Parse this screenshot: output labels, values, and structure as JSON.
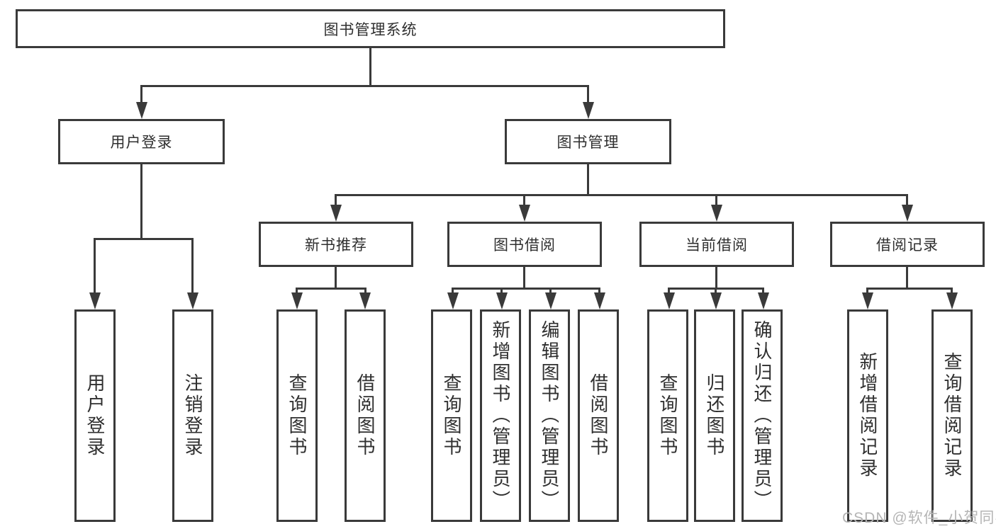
{
  "colors": {
    "line": "#3a3a3a",
    "node_border": "#3a3a3a",
    "node_text": "#2f2f2f",
    "background": "#ffffff",
    "watermark_text": "#b5b5b5"
  },
  "tree": {
    "root": {
      "label": "图书管理系统"
    },
    "branches": [
      {
        "label": "用户登录",
        "children": [
          {
            "label": "用户登录"
          },
          {
            "label": "注销登录"
          }
        ]
      },
      {
        "label": "图书管理",
        "children": [
          {
            "label": "新书推荐",
            "children": [
              {
                "label": "查询图书"
              },
              {
                "label": "借阅图书"
              }
            ]
          },
          {
            "label": "图书借阅",
            "children": [
              {
                "label": "查询图书"
              },
              {
                "label": "新增图书（管理员）"
              },
              {
                "label": "编辑图书（管理员）"
              },
              {
                "label": "借阅图书"
              }
            ]
          },
          {
            "label": "当前借阅",
            "children": [
              {
                "label": "查询图书"
              },
              {
                "label": "归还图书"
              },
              {
                "label": "确认归还（管理员）"
              }
            ]
          },
          {
            "label": "借阅记录",
            "children": [
              {
                "label": "新增借阅记录"
              },
              {
                "label": "查询借阅记录"
              }
            ]
          }
        ]
      }
    ]
  },
  "watermark": {
    "text": "CSDN @软件_小贺同学"
  }
}
